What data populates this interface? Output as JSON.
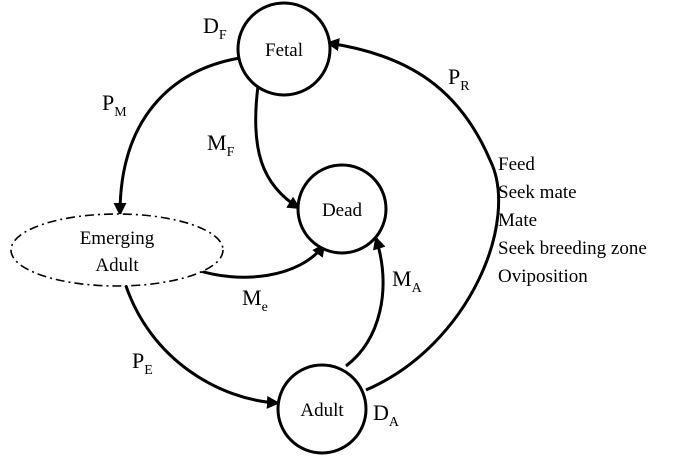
{
  "nodes": {
    "fetal": "Fetal",
    "dead": "Dead",
    "emerging": [
      "Emerging",
      "Adult"
    ],
    "adult": "Adult"
  },
  "labels": {
    "df": {
      "main": "D",
      "sub": "F"
    },
    "pm": {
      "main": "P",
      "sub": "M"
    },
    "mf": {
      "main": "M",
      "sub": "F"
    },
    "pr": {
      "main": "P",
      "sub": "R"
    },
    "me": {
      "main": "M",
      "sub": "e"
    },
    "ma": {
      "main": "M",
      "sub": "A"
    },
    "pe": {
      "main": "P",
      "sub": "E"
    },
    "da": {
      "main": "D",
      "sub": "A"
    }
  },
  "activities": [
    "Feed",
    "Seek mate",
    "Mate",
    "Seek breeding zone",
    "Oviposition"
  ]
}
